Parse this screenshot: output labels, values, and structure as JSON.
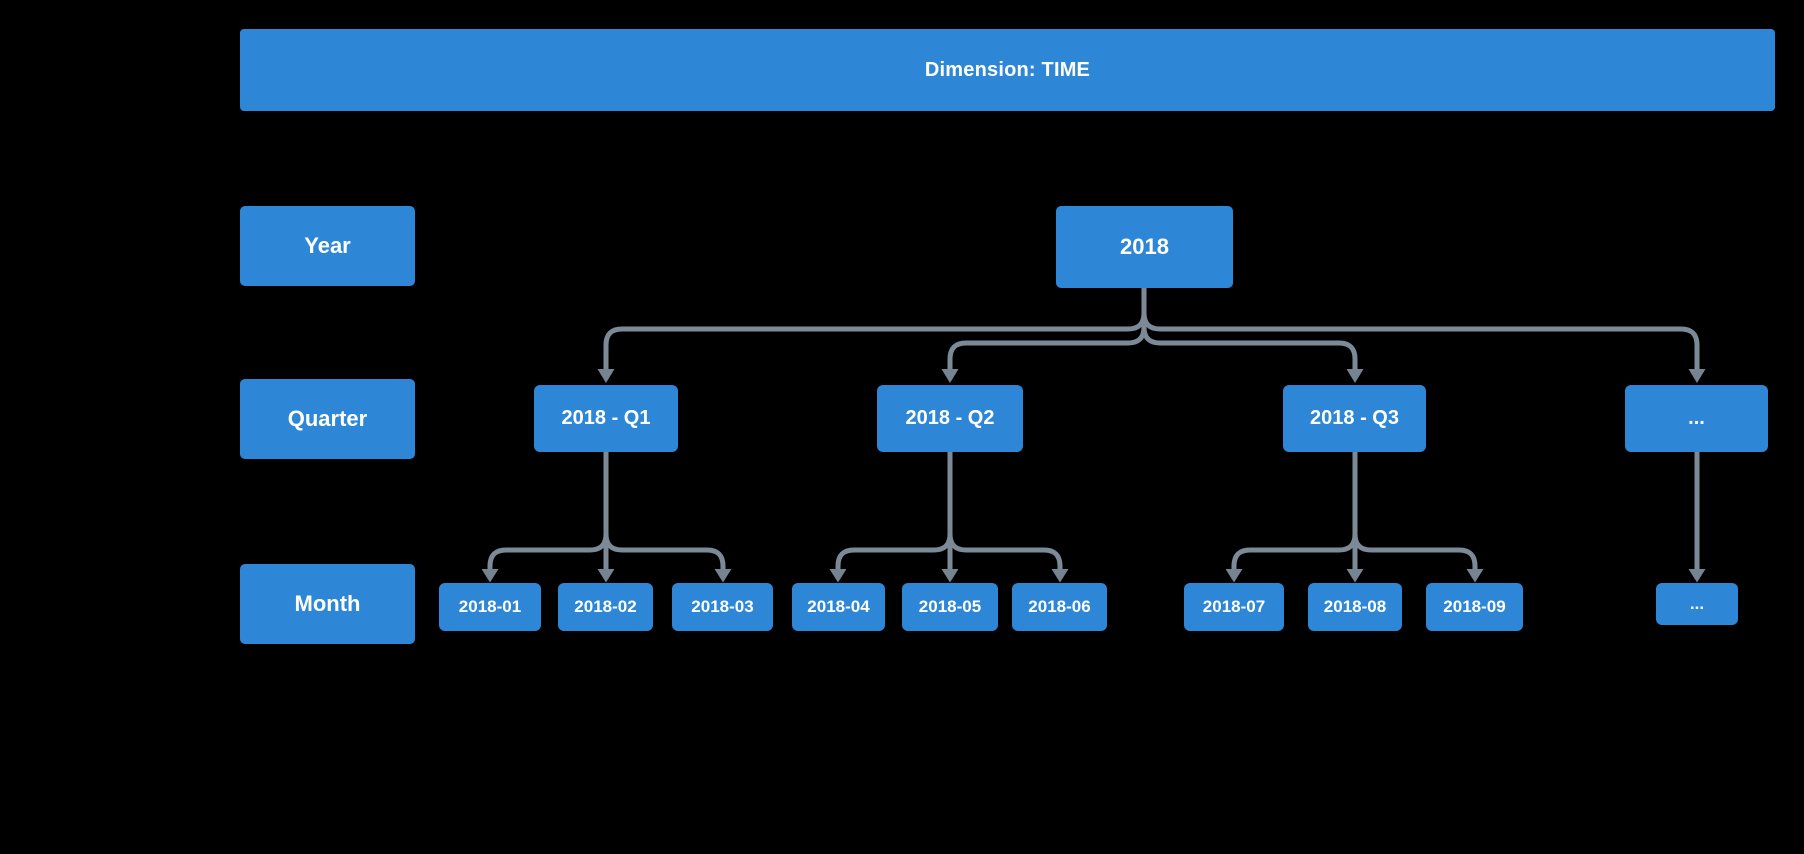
{
  "header": {
    "title": "Dimension: TIME"
  },
  "row_labels": {
    "year": "Year",
    "quarter": "Quarter",
    "month": "Month"
  },
  "nodes": {
    "year": "2018",
    "quarters": [
      "2018 - Q1",
      "2018 - Q2",
      "2018 - Q3",
      "..."
    ],
    "months": [
      "2018-01",
      "2018-02",
      "2018-03",
      "2018-04",
      "2018-05",
      "2018-06",
      "2018-07",
      "2018-08",
      "2018-09",
      "..."
    ]
  },
  "colors": {
    "background": "#000000",
    "node_blue": "#2d87d6",
    "connector_gray": "#7c8a98",
    "arrowhead_gray": "#768492",
    "text": "#ffffff"
  }
}
